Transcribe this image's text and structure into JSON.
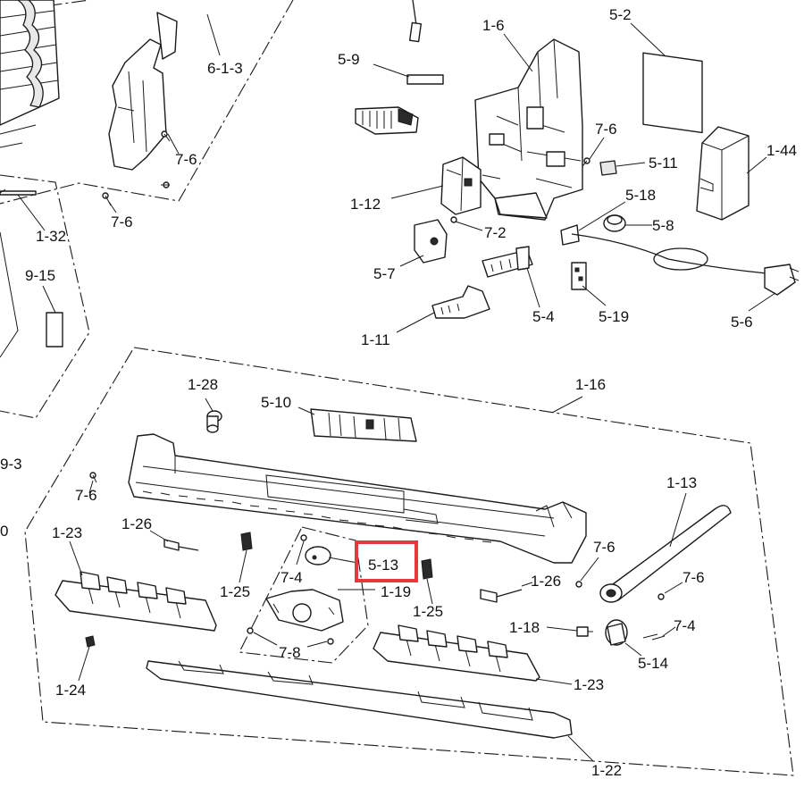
{
  "highlight_color": "#e8383d",
  "labels": {
    "l_6_1_3": "6-1-3",
    "l_1_6": "1-6",
    "l_5_2": "5-2",
    "l_5_9": "5-9",
    "l_7_6_a": "7-6",
    "l_7_6_b": "7-6",
    "l_7_6_c": "7-6",
    "l_5_11": "5-11",
    "l_1_44": "1-44",
    "l_1_12": "1-12",
    "l_5_18": "5-18",
    "l_5_8": "5-8",
    "l_7_2": "7-2",
    "l_1_32": "1-32",
    "l_9_15": "9-15",
    "l_5_7": "5-7",
    "l_5_4": "5-4",
    "l_5_19": "5-19",
    "l_5_6": "5-6",
    "l_1_11": "1-11",
    "l_1_28": "1-28",
    "l_5_10": "5-10",
    "l_1_16": "1-16",
    "l_9_3": "9-3",
    "l_7_6_d": "7-6",
    "l_0": "0",
    "l_1_13": "1-13",
    "l_1_26_a": "1-26",
    "l_1_23_a": "1-23",
    "l_7_6_e": "7-6",
    "l_7_4_a": "7-4",
    "l_5_13": "5-13",
    "l_1_19": "1-19",
    "l_1_26_b": "1-26",
    "l_7_6_f": "7-6",
    "l_1_25_a": "1-25",
    "l_1_25_b": "1-25",
    "l_1_18": "1-18",
    "l_7_4_b": "7-4",
    "l_7_8": "7-8",
    "l_5_14": "5-14",
    "l_1_23_b": "1-23",
    "l_1_24": "1-24",
    "l_1_22": "1-22"
  }
}
